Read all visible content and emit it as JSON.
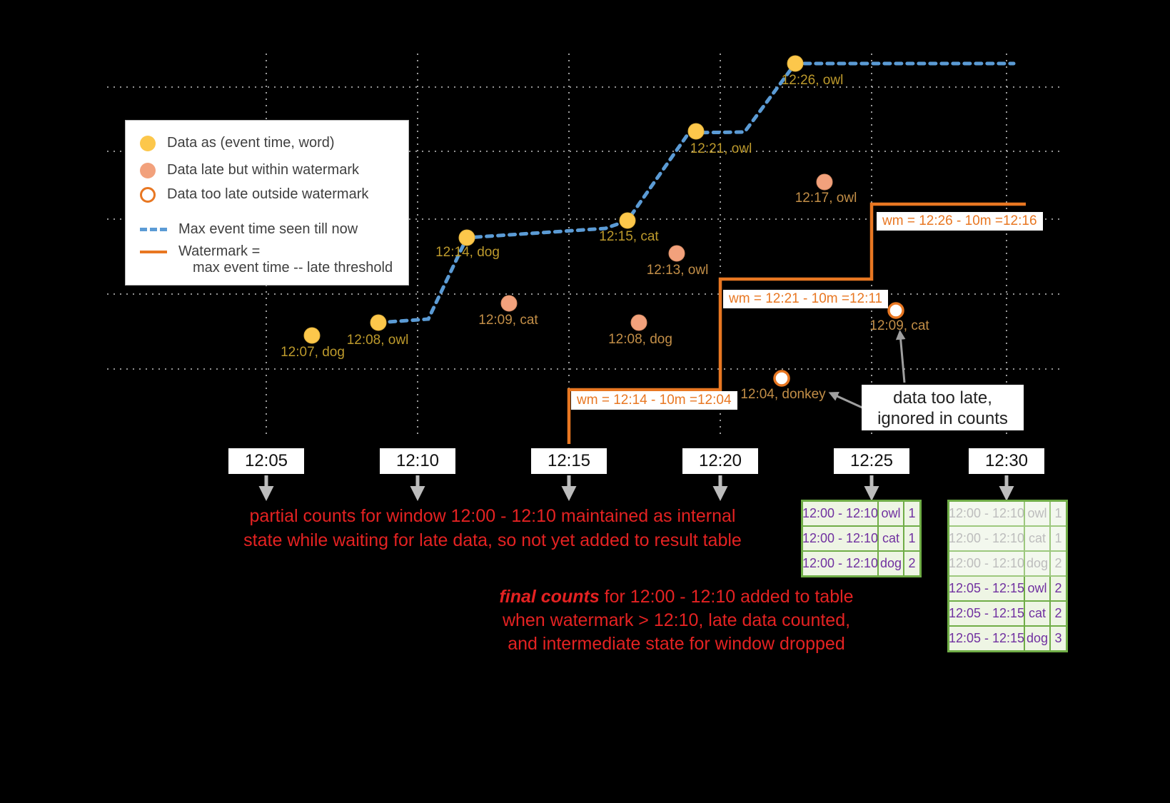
{
  "legend": {
    "item_data": "Data as (event time, word)",
    "item_late": "Data late but within watermark",
    "item_toolate": "Data too late outside watermark",
    "item_maxevent": "Max event time seen till now",
    "item_watermark_1": "Watermark =",
    "item_watermark_2": "max event time -- late threshold"
  },
  "ticks": [
    "12:05",
    "12:10",
    "12:15",
    "12:20",
    "12:25",
    "12:30"
  ],
  "points": {
    "ontime": [
      {
        "label": "12:07, dog"
      },
      {
        "label": "12:08, owl"
      },
      {
        "label": "12:14, dog"
      },
      {
        "label": "12:15, cat"
      },
      {
        "label": "12:21, owl"
      },
      {
        "label": "12:26, owl"
      }
    ],
    "late": [
      {
        "label": "12:09, cat"
      },
      {
        "label": "12:08, dog"
      },
      {
        "label": "12:13, owl"
      },
      {
        "label": "12:17, owl"
      }
    ],
    "too_late": [
      {
        "label": "12:04, donkey"
      },
      {
        "label": "12:09, cat"
      }
    ]
  },
  "watermark_labels": [
    "wm = 12:14 - 10m =12:04",
    "wm = 12:21 - 10m =12:11",
    "wm = 12:26 - 10m =12:16"
  ],
  "callout": {
    "line1": "data too late,",
    "line2": "ignored in counts"
  },
  "notes": {
    "partial_line1": "partial counts for window 12:00 - 12:10 maintained as internal",
    "partial_line2": "state while waiting for late data, so not yet added  to result table",
    "final_emph": "final counts",
    "final_line1_rest": " for 12:00 - 12:10 added to table",
    "final_line2": "when watermark > 12:10, late data counted,",
    "final_line3": "and intermediate state for window dropped"
  },
  "tables": {
    "t25": {
      "rows": [
        [
          "12:00 - 12:10",
          "owl",
          "1"
        ],
        [
          "12:00 - 12:10",
          "cat",
          "1"
        ],
        [
          "12:00 - 12:10",
          "dog",
          "2"
        ]
      ]
    },
    "t30": {
      "rows": [
        [
          "12:00 - 12:10",
          "owl",
          "1"
        ],
        [
          "12:00 - 12:10",
          "cat",
          "1"
        ],
        [
          "12:00 - 12:10",
          "dog",
          "2"
        ],
        [
          "12:05 - 12:15",
          "owl",
          "2"
        ],
        [
          "12:05 - 12:15",
          "cat",
          "2"
        ],
        [
          "12:05 - 12:15",
          "dog",
          "3"
        ]
      ]
    }
  },
  "colors": {
    "ontime_point": "#fcc74b",
    "late_point": "#f2a17c",
    "toolate_ring": "#e87722",
    "max_event_line": "#5b9bd5",
    "watermark_line": "#e87722",
    "table_border": "#70ad47",
    "table_text": "#7030a0",
    "note_red": "#e42222",
    "point_label_gold": "#bd9a2c"
  }
}
